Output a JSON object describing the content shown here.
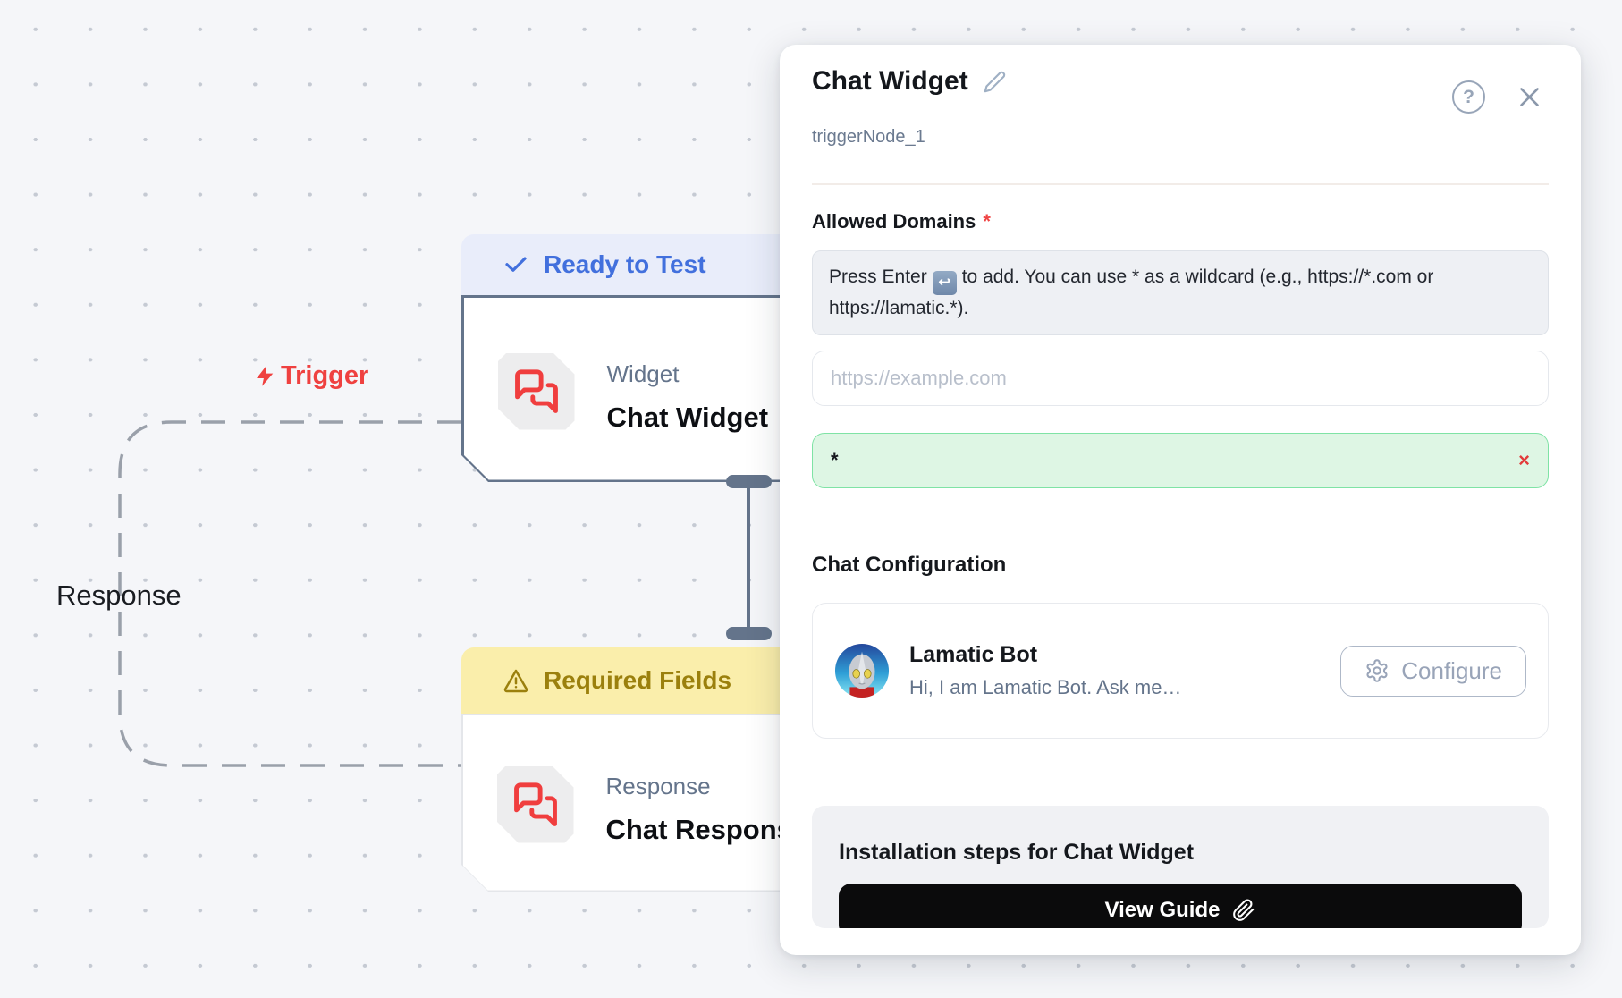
{
  "canvas": {
    "trigger_label": "Trigger",
    "response_label": "Response",
    "widget_node": {
      "status_badge": "Ready to Test",
      "type_label": "Widget",
      "title": "Chat Widget"
    },
    "response_node": {
      "status_badge": "Required Fields",
      "type_label": "Response",
      "title": "Chat Response"
    }
  },
  "panel": {
    "title": "Chat Widget",
    "subtitle": "triggerNode_1",
    "help_glyph": "?",
    "allowed_domains": {
      "label": "Allowed Domains",
      "required_mark": "*",
      "hint_prefix": "Press Enter",
      "enter_key_glyph": "↩",
      "hint_suffix": "to add. You can use * as a wildcard (e.g., https://*.com or https://lamatic.*)."
    },
    "domain_input": {
      "placeholder": "https://example.com"
    },
    "domain_chip": {
      "value": "*",
      "remove_glyph": "×"
    },
    "chat_configuration": {
      "heading": "Chat Configuration",
      "bot_name": "Lamatic Bot",
      "bot_description": "Hi, I am Lamatic Bot. Ask me…",
      "configure_label": "Configure"
    },
    "installation": {
      "heading": "Installation steps for Chat Widget",
      "view_guide_label": "View Guide"
    }
  },
  "colors": {
    "accent_blue": "#4270dd",
    "badge_blue_bg": "#e9edfa",
    "badge_yellow_bg": "#faeeab",
    "badge_yellow_text": "#9b800d",
    "node_border_slate": "#64748b",
    "icon_red": "#f03e3e",
    "trigger_red": "#ef4140",
    "chip_green_bg": "#def6e4",
    "chip_green_border": "#7fe3a5",
    "chip_remove_red": "#e23b3b",
    "guide_button_black": "#0b0b0c"
  }
}
